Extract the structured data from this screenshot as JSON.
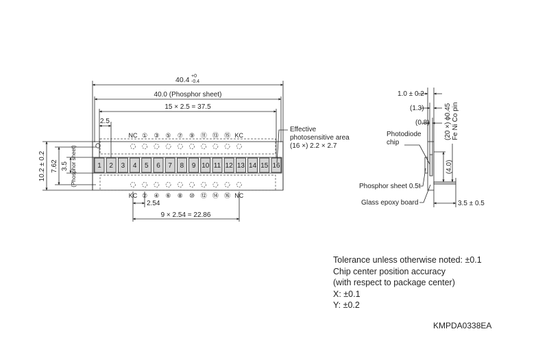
{
  "front_view": {
    "overall_width": {
      "main": "40.4",
      "upper_tol": "+0",
      "lower_tol": "-0.4"
    },
    "phosphor_width": "40.0 (Phosphor sheet)",
    "pitch_total": "15 × 2.5 = 37.5",
    "pitch": "2.5",
    "height_total": "10.2 ± 0.2",
    "height_pins": "7.62",
    "phosphor_height": "3.5",
    "phosphor_label": "(Phosphor sheet)",
    "pin_pitch_label": "2.54",
    "pin_total": "9 × 2.54 = 22.86",
    "active_area_note": [
      "Effective",
      "photosensitive area",
      "(16 ×) 2.2 × 2.7"
    ],
    "elements": [
      "1",
      "2",
      "3",
      "4",
      "5",
      "6",
      "7",
      "8",
      "9",
      "10",
      "11",
      "12",
      "13",
      "14",
      "15",
      "16"
    ],
    "top_pins": [
      "NC",
      "①",
      "③",
      "⑤",
      "⑦",
      "⑨",
      "⑪",
      "⑬",
      "⑮",
      "KC"
    ],
    "bottom_pins": [
      "KC",
      "②",
      "④",
      "⑥",
      "⑧",
      "⑩",
      "⑫",
      "⑭",
      "⑯",
      "NC"
    ]
  },
  "side_view": {
    "thickness": "1.0 ± 0.2",
    "dim_1_3": "(1.3)",
    "dim_0_8": "(0.8)",
    "pin_spec": "(20 ×) ϕ0.45",
    "pin_material": "Fe Ni Co pin",
    "photodiode_label": [
      "Photodiode",
      "chip"
    ],
    "dim_4_0": "(4.0)",
    "phosphor_label": "Phosphor sheet 0.5t",
    "board_label": "Glass epoxy board",
    "pin_length": "3.5 ± 0.5"
  },
  "notes": [
    "Tolerance unless otherwise noted: ±0.1",
    "Chip center position accuracy",
    "(with respect to package center)",
    "X: ±0.1",
    "Y: ±0.2"
  ],
  "drawing_code": "KMPDA0338EA",
  "colors": {
    "line": "#222222",
    "element_fill": "#d4d4d4",
    "dashed": "#444444"
  }
}
